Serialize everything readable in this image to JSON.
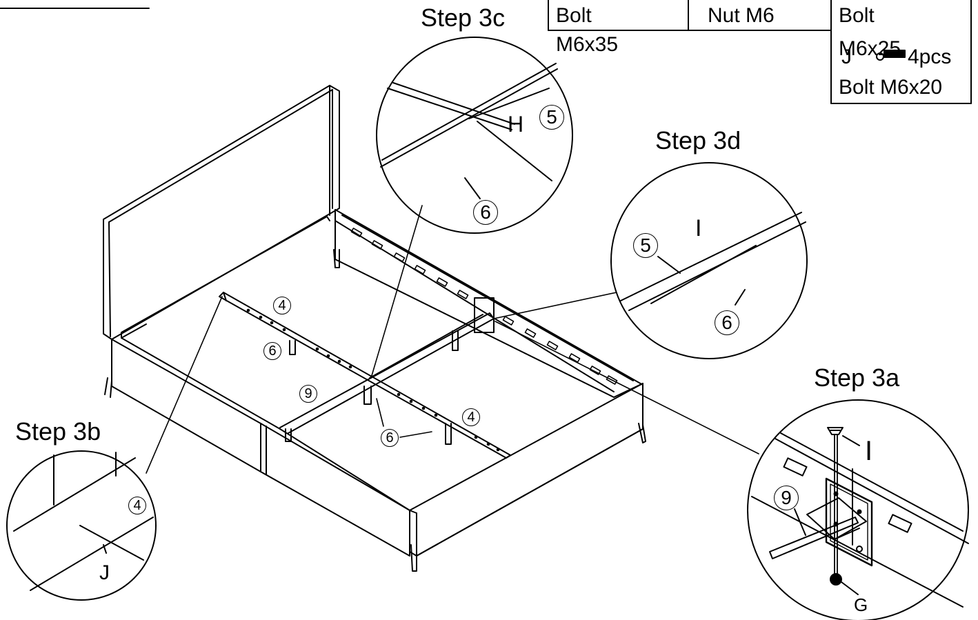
{
  "steps": {
    "s3a": "Step 3a",
    "s3b": "Step 3b",
    "s3c": "Step 3c",
    "s3d": "Step 3d"
  },
  "parts_table": {
    "col1_line1": "Bolt",
    "col1_line2": "M6x35",
    "col2": "Nut M6",
    "col3_line1": "Bolt",
    "col3_line2": "M6x25",
    "j_label": "J",
    "j_qty": "4pcs",
    "j_name": "Bolt M6x20"
  },
  "part_callouts": {
    "p4": "4",
    "p5": "5",
    "p6": "6",
    "p9": "9"
  },
  "letters": {
    "G": "G",
    "H": "H",
    "I": "I",
    "J": "J"
  }
}
